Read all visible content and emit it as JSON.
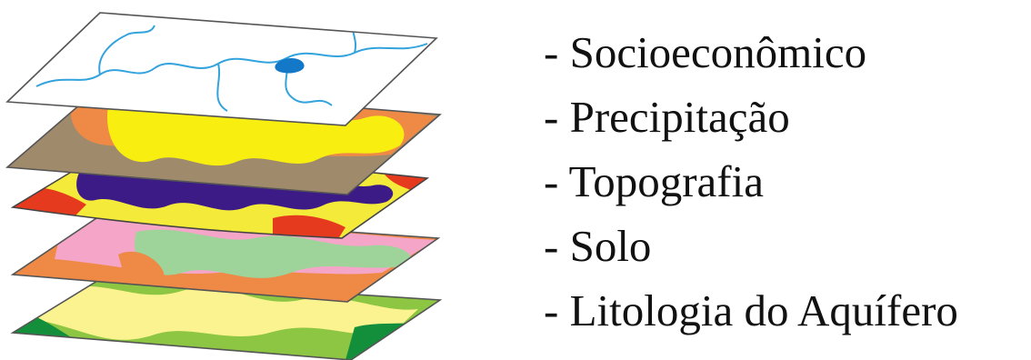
{
  "layers": [
    {
      "id": "socioeconomico",
      "colors": {
        "base": "#ffffff",
        "edge": "#555555",
        "rivers": "#33a3dd",
        "lake": "#1478c8"
      }
    },
    {
      "id": "precipitacao",
      "colors": {
        "base": "#a08a6c",
        "orange": "#ee8a45",
        "yellow": "#f8ee10",
        "edge": "#555555"
      }
    },
    {
      "id": "topografia",
      "colors": {
        "base": "#f3ea3a",
        "red": "#e63a1e",
        "purple": "#3d1b86",
        "edge": "#444444"
      }
    },
    {
      "id": "solo",
      "colors": {
        "base": "#ee8a45",
        "pink": "#f5a6c8",
        "green": "#9ed39a",
        "edge": "#555555"
      }
    },
    {
      "id": "litologia",
      "colors": {
        "base": "#8cc642",
        "light": "#fbf38f",
        "dark": "#138f3c",
        "edge": "#555555"
      }
    }
  ],
  "legend": {
    "items": [
      "- Socioeconômico",
      "- Precipitação",
      "- Topografia",
      "- Solo",
      "- Litologia do Aquífero"
    ]
  }
}
